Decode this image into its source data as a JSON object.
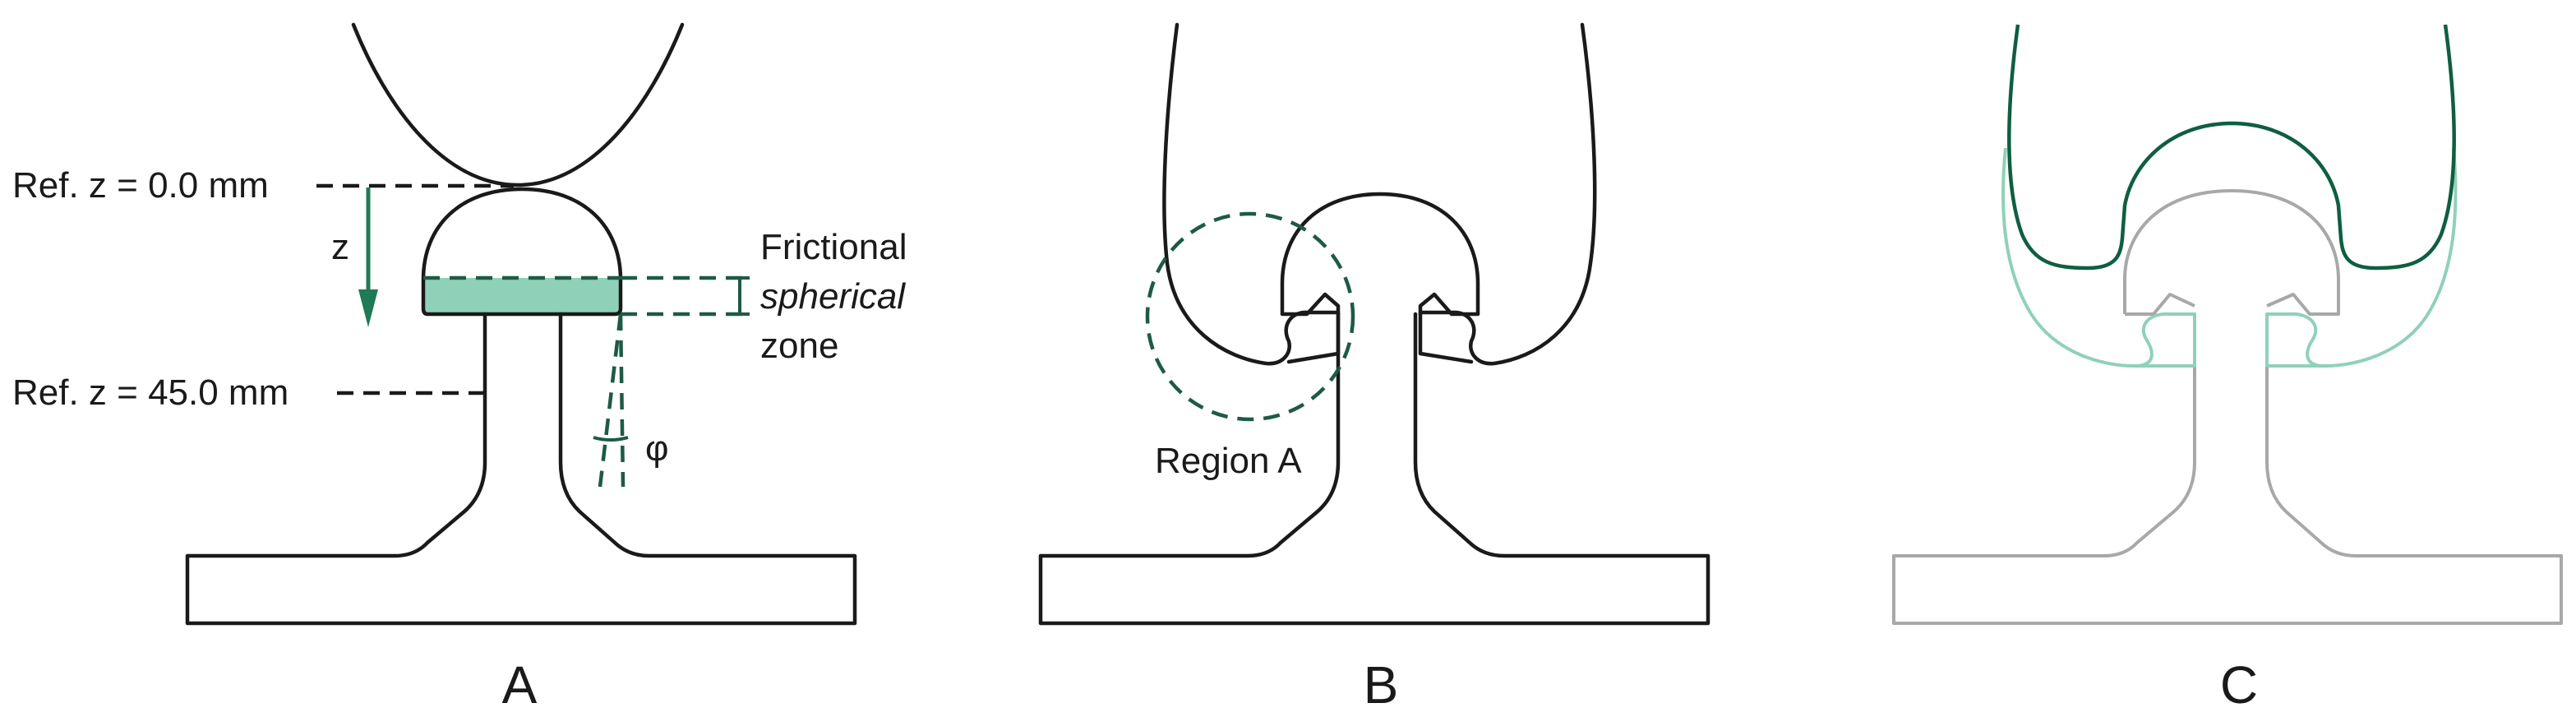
{
  "panels": [
    {
      "letter": "A",
      "annotations": {
        "ref_top": "Ref. z = 0.0 mm",
        "ref_bottom": "Ref. z = 45.0 mm",
        "z_label": "z",
        "zone_line1": "Frictional",
        "zone_line2": "spherical",
        "zone_line3": "zone",
        "angle_label": "φ"
      }
    },
    {
      "letter": "B",
      "annotations": {
        "region": "Region A"
      }
    },
    {
      "letter": "C"
    }
  ],
  "colors": {
    "outline": "#1a1a1a",
    "accent_dark": "#1e5a45",
    "accent_fill": "#8fd1b8",
    "arrow": "#1f7a55",
    "ghost_green": "#8fd1b8",
    "ghost_grey": "#a8a8a8",
    "deformed_green": "#0f5e40"
  }
}
